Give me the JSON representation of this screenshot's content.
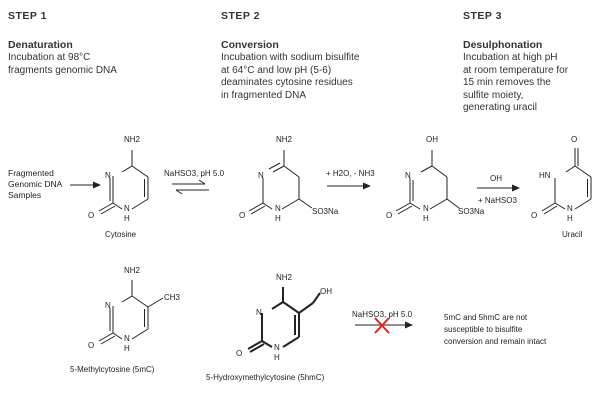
{
  "steps": [
    {
      "label": "STEP 1",
      "title": "Denaturation",
      "desc": [
        "Incubation at 98°C",
        "fragments genomic DNA"
      ]
    },
    {
      "label": "STEP 2",
      "title": "Conversion",
      "desc": [
        "Incubation with sodium bisulfite",
        "at 64°C and low pH (5-6)",
        "deaminates cytosine residues",
        "in fragmented DNA"
      ]
    },
    {
      "label": "STEP 3",
      "title": "Desulphonation",
      "desc": [
        "Incubation at high pH",
        "at room temperature for",
        "15 min removes the",
        "sulfite moiety,",
        "generating uracil"
      ]
    }
  ],
  "reaction": {
    "input_lines": [
      "Fragmented",
      "Genomic DNA",
      "Samples"
    ],
    "cytosine_label": "Cytosine",
    "uracil_label": "Uracil",
    "step2_reagent": "NaHSO3, pH 5.0",
    "water_reagent": "+ H2O, - NH3",
    "oh_reagent": "OH",
    "step3_reagent": "+ NaHSO3"
  },
  "bottom": {
    "mc_label": "5-Methylcytosine (5mC)",
    "hmc_label": "5-Hydroxymethylcytosine (5hmC)",
    "reagent": "NaHSO3, pH 5.0",
    "note_lines": [
      "5mC and 5hmC are not",
      "susceptible to bisulfite",
      "conversion and remain intact"
    ]
  },
  "atoms": {
    "nh2": "NH2",
    "n": "N",
    "o": "O",
    "h": "H",
    "oh": "OH",
    "hn": "HN",
    "so3na": "SO3Na",
    "ch3": "CH3"
  }
}
